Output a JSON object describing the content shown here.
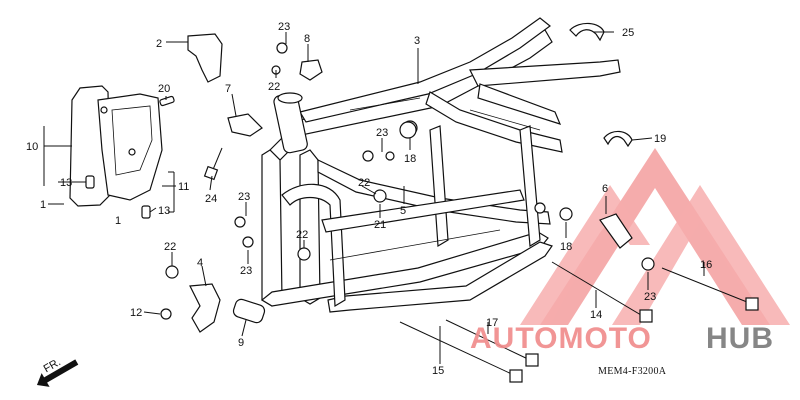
{
  "diagram": {
    "callouts": [
      {
        "id": "c1a",
        "text": "1"
      },
      {
        "id": "c1b",
        "text": "1"
      },
      {
        "id": "c2",
        "text": "2"
      },
      {
        "id": "c3",
        "text": "3"
      },
      {
        "id": "c4",
        "text": "4"
      },
      {
        "id": "c5",
        "text": "5"
      },
      {
        "id": "c6",
        "text": "6"
      },
      {
        "id": "c7",
        "text": "7"
      },
      {
        "id": "c8",
        "text": "8"
      },
      {
        "id": "c9",
        "text": "9"
      },
      {
        "id": "c10",
        "text": "10"
      },
      {
        "id": "c11",
        "text": "11"
      },
      {
        "id": "c12",
        "text": "12"
      },
      {
        "id": "c13a",
        "text": "13"
      },
      {
        "id": "c13b",
        "text": "13"
      },
      {
        "id": "c14",
        "text": "14"
      },
      {
        "id": "c15",
        "text": "15"
      },
      {
        "id": "c16",
        "text": "16"
      },
      {
        "id": "c17",
        "text": "17"
      },
      {
        "id": "c18a",
        "text": "18"
      },
      {
        "id": "c18b",
        "text": "18"
      },
      {
        "id": "c19",
        "text": "19"
      },
      {
        "id": "c20",
        "text": "20"
      },
      {
        "id": "c21",
        "text": "21"
      },
      {
        "id": "c22a",
        "text": "22"
      },
      {
        "id": "c22b",
        "text": "22"
      },
      {
        "id": "c22c",
        "text": "22"
      },
      {
        "id": "c22d",
        "text": "22"
      },
      {
        "id": "c23a",
        "text": "23"
      },
      {
        "id": "c23b",
        "text": "23"
      },
      {
        "id": "c23c",
        "text": "23"
      },
      {
        "id": "c23d",
        "text": "23"
      },
      {
        "id": "c23e",
        "text": "23"
      },
      {
        "id": "c24",
        "text": "24"
      },
      {
        "id": "c25",
        "text": "25"
      }
    ],
    "direction_label": "FR.",
    "diagram_code": "MEM4-F3200A"
  },
  "watermark": {
    "text_primary": "AUTOMOTO",
    "text_secondary": "HUB",
    "color_primary": "#f08a8a",
    "color_secondary": "#7a7a7a",
    "logo_color": "#ee6a6a"
  }
}
